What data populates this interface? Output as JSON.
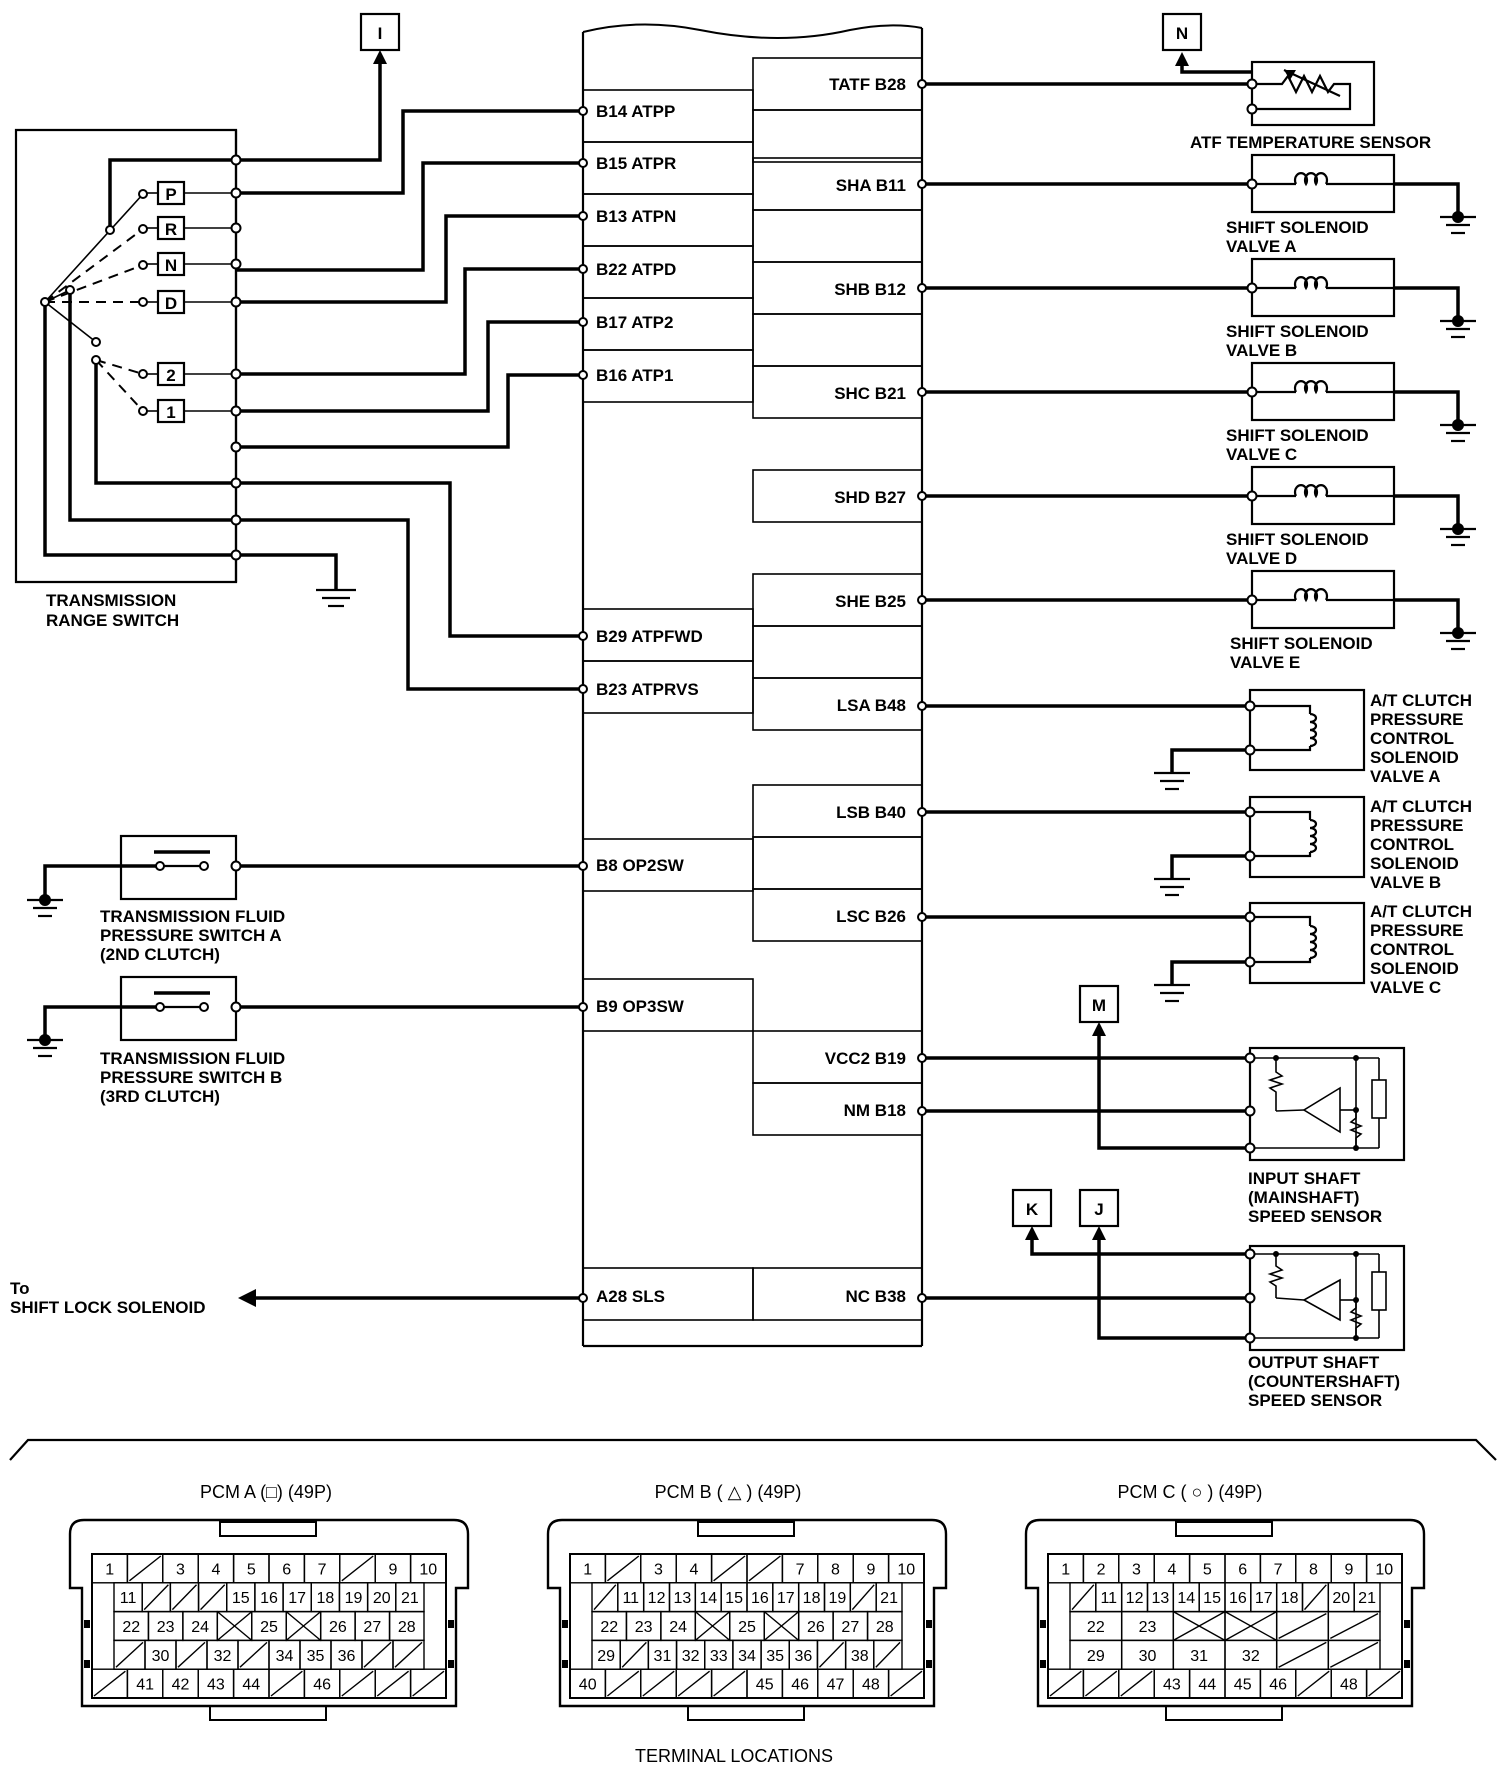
{
  "refs": {
    "I": "I",
    "N": "N",
    "M": "M",
    "K": "K",
    "J": "J"
  },
  "pcm_left": [
    {
      "label": "B14 ATPP"
    },
    {
      "label": "B15 ATPR"
    },
    {
      "label": "B13 ATPN"
    },
    {
      "label": "B22 ATPD"
    },
    {
      "label": "B17 ATP2"
    },
    {
      "label": "B16 ATP1"
    },
    {
      "label": "B29 ATPFWD"
    },
    {
      "label": "B23 ATPRVS"
    },
    {
      "label": "B8 OP2SW"
    },
    {
      "label": "B9 OP3SW"
    },
    {
      "label": "A28 SLS"
    }
  ],
  "pcm_right": [
    {
      "label": "TATF B28"
    },
    {
      "label": "SHA B11"
    },
    {
      "label": "SHB B12"
    },
    {
      "label": "SHC B21"
    },
    {
      "label": "SHD B27"
    },
    {
      "label": "SHE B25"
    },
    {
      "label": "LSA B48"
    },
    {
      "label": "LSB B40"
    },
    {
      "label": "LSC B26"
    },
    {
      "label": "VCC2 B19"
    },
    {
      "label": "NM B18"
    },
    {
      "label": "NC B38"
    }
  ],
  "range_positions": [
    "P",
    "R",
    "N",
    "D",
    "2",
    "1"
  ],
  "components": {
    "range_switch": [
      "TRANSMISSION",
      "RANGE SWITCH"
    ],
    "atf_sensor": [
      "ATF TEMPERATURE SENSOR"
    ],
    "sol_a": [
      "SHIFT SOLENOID",
      "VALVE A"
    ],
    "sol_b": [
      "SHIFT SOLENOID",
      "VALVE B"
    ],
    "sol_c": [
      "SHIFT SOLENOID",
      "VALVE C"
    ],
    "sol_d": [
      "SHIFT SOLENOID",
      "VALVE D"
    ],
    "sol_e": [
      "SHIFT SOLENOID",
      "VALVE E"
    ],
    "clutch_a": [
      "A/T CLUTCH",
      "PRESSURE",
      "CONTROL",
      "SOLENOID",
      "VALVE A"
    ],
    "clutch_b": [
      "A/T CLUTCH",
      "PRESSURE",
      "CONTROL",
      "SOLENOID",
      "VALVE B"
    ],
    "clutch_c": [
      "A/T CLUTCH",
      "PRESSURE",
      "CONTROL",
      "SOLENOID",
      "VALVE C"
    ],
    "fluid_a": [
      "TRANSMISSION FLUID",
      "PRESSURE SWITCH A",
      "(2ND CLUTCH)"
    ],
    "fluid_b": [
      "TRANSMISSION FLUID",
      "PRESSURE SWITCH B",
      "(3RD CLUTCH)"
    ],
    "input_shaft": [
      "INPUT SHAFT",
      "(MAINSHAFT)",
      "SPEED SENSOR"
    ],
    "output_shaft": [
      "OUTPUT SHAFT",
      "(COUNTERSHAFT)",
      "SPEED SENSOR"
    ],
    "shift_lock": [
      "To",
      "SHIFT LOCK SOLENOID"
    ]
  },
  "connectors": [
    {
      "title": "PCM A (□) (49P)",
      "row1": [
        "1",
        "/",
        "3",
        "4",
        "5",
        "6",
        "7",
        "/",
        "9",
        "10"
      ],
      "row2": [
        "11",
        "/",
        "/",
        "/",
        "15",
        "16",
        "17",
        "18",
        "19",
        "20",
        "21"
      ],
      "row3": [
        "22",
        "23",
        "24",
        "X",
        "25",
        "X",
        "26",
        "27",
        "28"
      ],
      "row4": [
        "/",
        "30",
        "/",
        "32",
        "/",
        "34",
        "35",
        "36",
        "/",
        "/"
      ],
      "row5": [
        "/",
        "41",
        "42",
        "43",
        "44",
        "/",
        "46",
        "/",
        "/",
        "/"
      ]
    },
    {
      "title": "PCM B ( △ ) (49P)",
      "row1": [
        "1",
        "/",
        "3",
        "4",
        "/",
        "/",
        "7",
        "8",
        "9",
        "10"
      ],
      "row2": [
        "/",
        "11",
        "12",
        "13",
        "14",
        "15",
        "16",
        "17",
        "18",
        "19",
        "/",
        "21"
      ],
      "row3": [
        "22",
        "23",
        "24",
        "X",
        "25",
        "X",
        "26",
        "27",
        "28"
      ],
      "row4": [
        "29",
        "/",
        "31",
        "32",
        "33",
        "34",
        "35",
        "36",
        "/",
        "38",
        "/"
      ],
      "row5": [
        "40",
        "/",
        "/",
        "/",
        "/",
        "45",
        "46",
        "47",
        "48",
        "/"
      ]
    },
    {
      "title": "PCM C ( ○ ) (49P)",
      "row1": [
        "1",
        "2",
        "3",
        "4",
        "5",
        "6",
        "7",
        "8",
        "9",
        "10"
      ],
      "row2": [
        "/",
        "11",
        "12",
        "13",
        "14",
        "15",
        "16",
        "17",
        "18",
        "/",
        "20",
        "21"
      ],
      "row3": [
        "22",
        "23",
        "X",
        "X",
        "/",
        "/"
      ],
      "row4": [
        "29",
        "30",
        "31",
        "32",
        "/",
        "/"
      ],
      "row5": [
        "/",
        "/",
        "/",
        "43",
        "44",
        "45",
        "46",
        "/",
        "48",
        "/"
      ]
    }
  ],
  "footer": "TERMINAL LOCATIONS"
}
